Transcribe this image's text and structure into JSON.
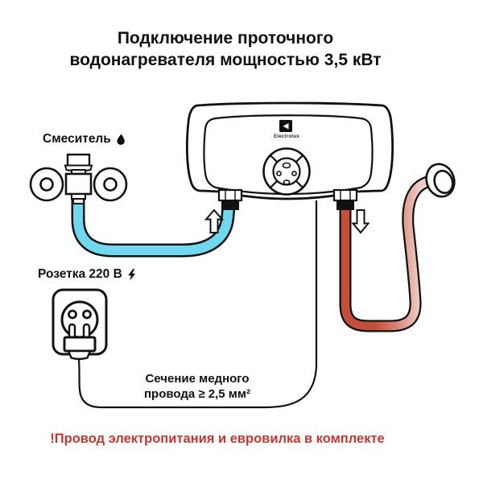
{
  "title": {
    "line1": "Подключение проточного",
    "line2": "водонагревателя мощностью 3,5 кВт"
  },
  "diagram": {
    "mixer": {
      "label": "Смеситель",
      "icon": "water-drop-icon"
    },
    "socket": {
      "label": "Розетка 220 В",
      "icon": "lightning-bolt-icon"
    },
    "heater": {
      "brand": "Electrolux",
      "inlet_arrow": "arrow-up",
      "outlet_arrow": "arrow-down"
    },
    "wire_note": {
      "line1": "Сечение медного",
      "line2": "провода ≥ 2,5 мм²"
    }
  },
  "footer": {
    "warning": "!Провод электропитания и евровилка в комплекте"
  },
  "colors": {
    "cold_water_pipe": "#6FD8EE",
    "hot_water_pipe": "#C24F3B",
    "shower_hose": "#F3DED8",
    "warning_text": "#C23730",
    "outline": "#111111"
  }
}
